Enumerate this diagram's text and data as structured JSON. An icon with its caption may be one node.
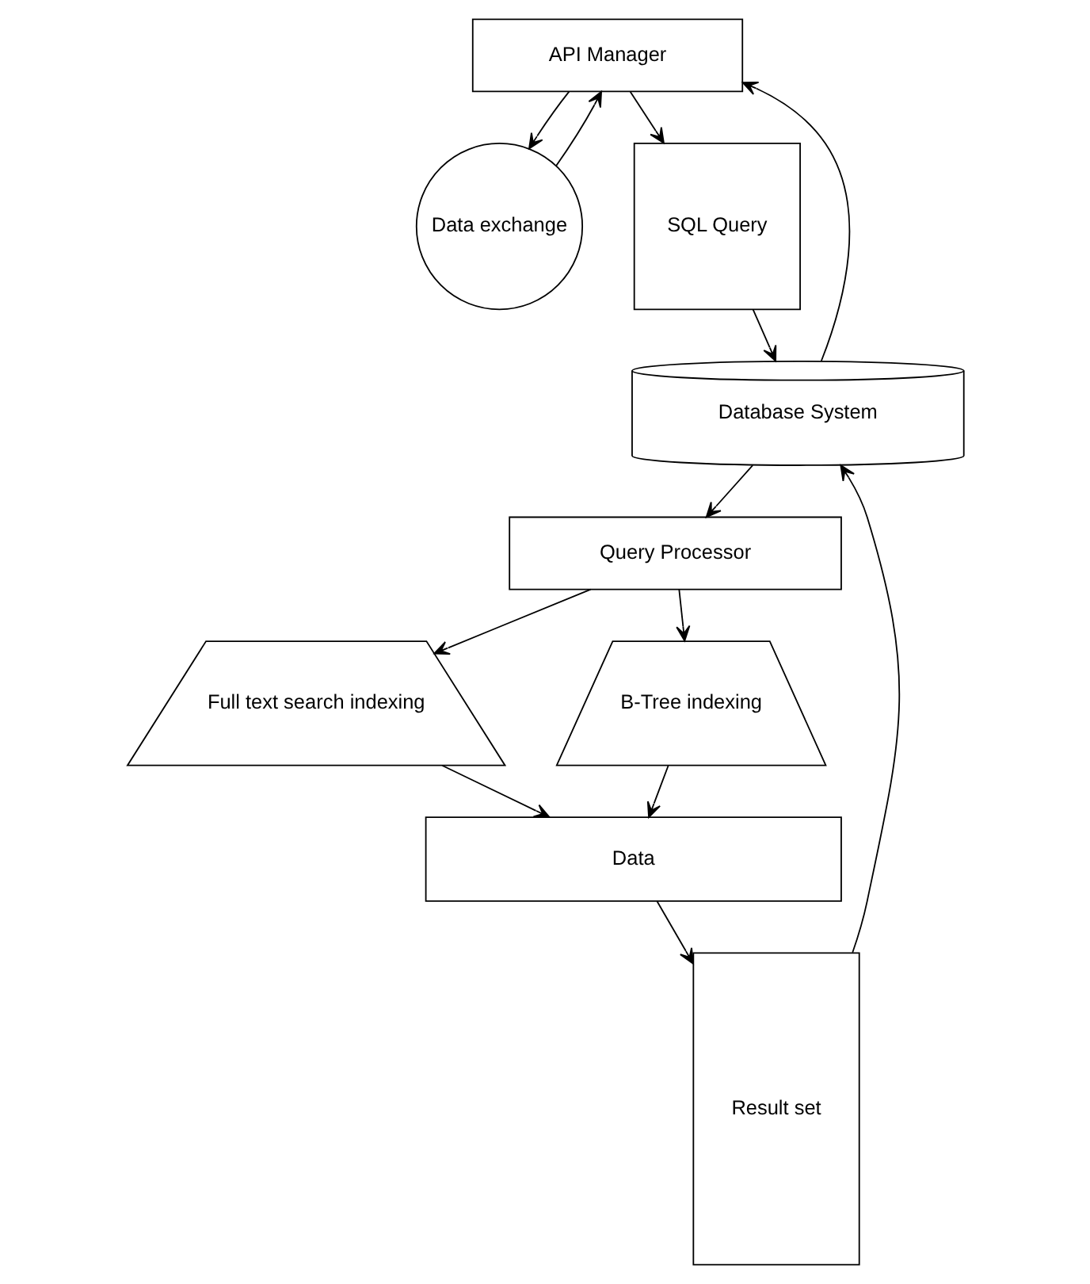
{
  "diagram": {
    "nodes": [
      {
        "text": [
          "API Manager"
        ]
      },
      {
        "text": [
          "Data exchange"
        ]
      },
      {
        "text": [
          "SQL Query"
        ]
      },
      {
        "text": [
          "Database System"
        ]
      },
      {
        "text": [
          "Result set"
        ]
      },
      {
        "text": [
          "Query Processor"
        ]
      },
      {
        "text": [
          "Full text search indexing"
        ]
      },
      {
        "text": [
          "B-Tree indexing"
        ]
      },
      {
        "text": [
          "Data"
        ]
      }
    ],
    "edges": [
      {
        "from": 1,
        "to": 0,
        "arrow": "to"
      },
      {
        "from": 0,
        "to": 1,
        "arrow": "to"
      },
      {
        "from": 0,
        "to": 2,
        "arrow": "to"
      },
      {
        "from": 2,
        "to": 3,
        "arrow": "to"
      },
      {
        "from": 3,
        "to": 0,
        "arrow": "to"
      },
      {
        "from": 4,
        "to": 3,
        "arrow": "to"
      },
      {
        "from": 3,
        "to": 5,
        "arrow": "to"
      },
      {
        "from": 5,
        "to": 6,
        "arrow": "to"
      },
      {
        "from": 5,
        "to": 7,
        "arrow": "to"
      },
      {
        "from": 6,
        "to": 8,
        "arrow": "to"
      },
      {
        "from": 7,
        "to": 8,
        "arrow": "to"
      },
      {
        "from": 8,
        "to": 4,
        "arrow": "to"
      }
    ]
  }
}
